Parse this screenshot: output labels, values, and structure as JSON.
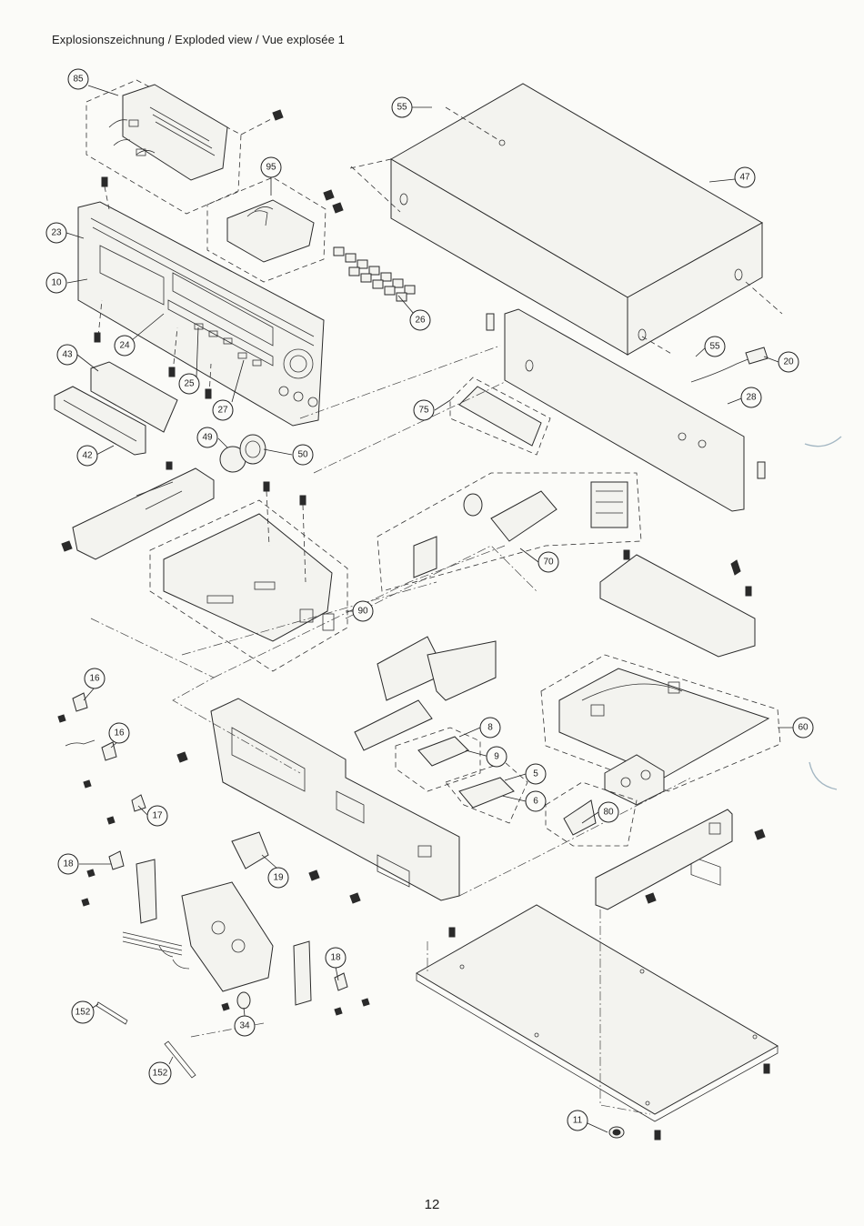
{
  "title": "Explosionszeichnung / Exploded view / Vue explosée 1",
  "page_number": "12",
  "callouts": {
    "c85": "85",
    "c95": "95",
    "c55a": "55",
    "c47": "47",
    "c23": "23",
    "c10": "10",
    "c26": "26",
    "c24": "24",
    "c43": "43",
    "c25": "25",
    "c27": "27",
    "c55b": "55",
    "c20": "20",
    "c28": "28",
    "c75": "75",
    "c42": "42",
    "c49": "49",
    "c50": "50",
    "c70": "70",
    "c90": "90",
    "c16a": "16",
    "c16b": "16",
    "c8": "8",
    "c60": "60",
    "c9": "9",
    "c5": "5",
    "c6": "6",
    "c17": "17",
    "c80": "80",
    "c18a": "18",
    "c19": "19",
    "c18b": "18",
    "c152a": "152",
    "c34": "34",
    "c152b": "152",
    "c11": "11"
  }
}
